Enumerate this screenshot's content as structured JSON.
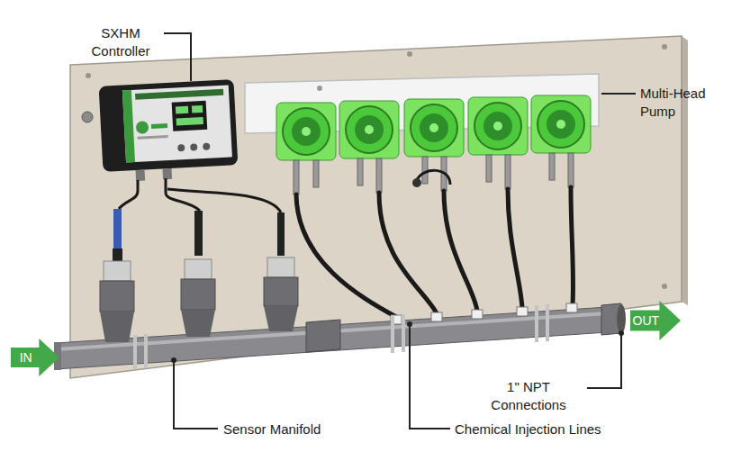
{
  "diagram": {
    "nodes": [
      {
        "text": [
          "IN"
        ]
      },
      {
        "text": [
          "OUT"
        ]
      }
    ],
    "labels": [
      "SXHM Controller",
      "Multi-Head Pump",
      "1\" NPT Connections",
      "Sensor Manifold",
      "Chemical Injection Lines"
    ]
  }
}
